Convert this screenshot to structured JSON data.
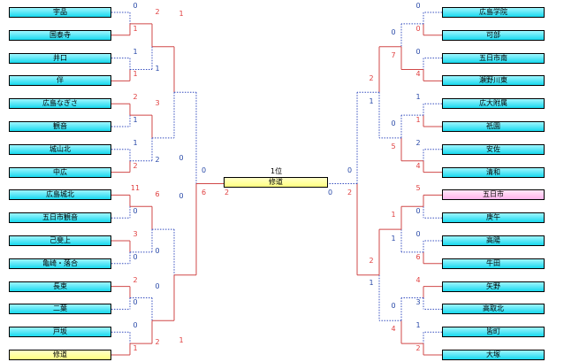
{
  "final": {
    "label": "1位",
    "winner": "修道",
    "left_score": "2",
    "right_score": "0",
    "left_semi": "0",
    "right_semi": "0",
    "left_semi_win": "6",
    "right_semi_win": "2"
  },
  "left_teams": [
    {
      "name": "宇品",
      "score": "0",
      "win": false
    },
    {
      "name": "国泰寺",
      "score": "1",
      "win": true
    },
    {
      "name": "井口",
      "score": "1",
      "win": false
    },
    {
      "name": "伴",
      "score": "1",
      "win": true
    },
    {
      "name": "広島なぎさ",
      "score": "2",
      "win": true
    },
    {
      "name": "観音",
      "score": "1",
      "win": false
    },
    {
      "name": "城山北",
      "score": "1",
      "win": false
    },
    {
      "name": "中広",
      "score": "2",
      "win": true
    },
    {
      "name": "広島城北",
      "score": "11",
      "win": true
    },
    {
      "name": "五日市観音",
      "score": "0",
      "win": false
    },
    {
      "name": "己斐上",
      "score": "3",
      "win": true
    },
    {
      "name": "亀崎・落合",
      "score": "0",
      "win": false
    },
    {
      "name": "長束",
      "score": "2",
      "win": true
    },
    {
      "name": "二葉",
      "score": "0",
      "win": false
    },
    {
      "name": "戸坂",
      "score": "0",
      "win": false
    },
    {
      "name": "修道",
      "score": "1",
      "win": true
    }
  ],
  "right_teams": [
    {
      "name": "広島学院",
      "score": "0",
      "win": false
    },
    {
      "name": "可部",
      "score": "0",
      "win": true
    },
    {
      "name": "五日市南",
      "score": "0",
      "win": false
    },
    {
      "name": "瀬野川東",
      "score": "4",
      "win": true
    },
    {
      "name": "広大附属",
      "score": "1",
      "win": false
    },
    {
      "name": "祇園",
      "score": "1",
      "win": true
    },
    {
      "name": "安佐",
      "score": "2",
      "win": false
    },
    {
      "name": "清和",
      "score": "4",
      "win": true
    },
    {
      "name": "五日市",
      "score": "5",
      "win": true
    },
    {
      "name": "庚午",
      "score": "0",
      "win": false
    },
    {
      "name": "高陽",
      "score": "0",
      "win": false
    },
    {
      "name": "牛田",
      "score": "6",
      "win": true
    },
    {
      "name": "矢野",
      "score": "4",
      "win": true
    },
    {
      "name": "高取北",
      "score": "3",
      "win": false
    },
    {
      "name": "皆町",
      "score": "1",
      "win": false
    },
    {
      "name": "大塚",
      "score": "2",
      "win": true
    }
  ],
  "left_r2": [
    {
      "score": "2",
      "win": true
    },
    {
      "score": "1",
      "win": false
    },
    {
      "score": "3",
      "win": true
    },
    {
      "score": "2",
      "win": false
    },
    {
      "score": "6",
      "win": true
    },
    {
      "score": "0",
      "win": false
    },
    {
      "score": "0",
      "win": false
    },
    {
      "score": "2",
      "win": true
    }
  ],
  "left_r3": [
    {
      "score": "1",
      "win": true
    },
    {
      "score": "0",
      "win": false
    },
    {
      "score": "0",
      "win": false
    },
    {
      "score": "1",
      "win": true
    }
  ],
  "right_r2": [
    {
      "score": "0",
      "win": false
    },
    {
      "score": "7",
      "win": true
    },
    {
      "score": "0",
      "win": false
    },
    {
      "score": "5",
      "win": true
    },
    {
      "score": "1",
      "win": true
    },
    {
      "score": "1",
      "win": false
    },
    {
      "score": "0",
      "win": false
    },
    {
      "score": "4",
      "win": true
    }
  ],
  "right_r3": [
    {
      "score": "2",
      "win": true
    },
    {
      "score": "1",
      "win": false
    },
    {
      "score": "2",
      "win": true
    },
    {
      "score": "1",
      "win": false
    }
  ],
  "highlight": {
    "left_yellow": 15,
    "right_pink": 8
  }
}
